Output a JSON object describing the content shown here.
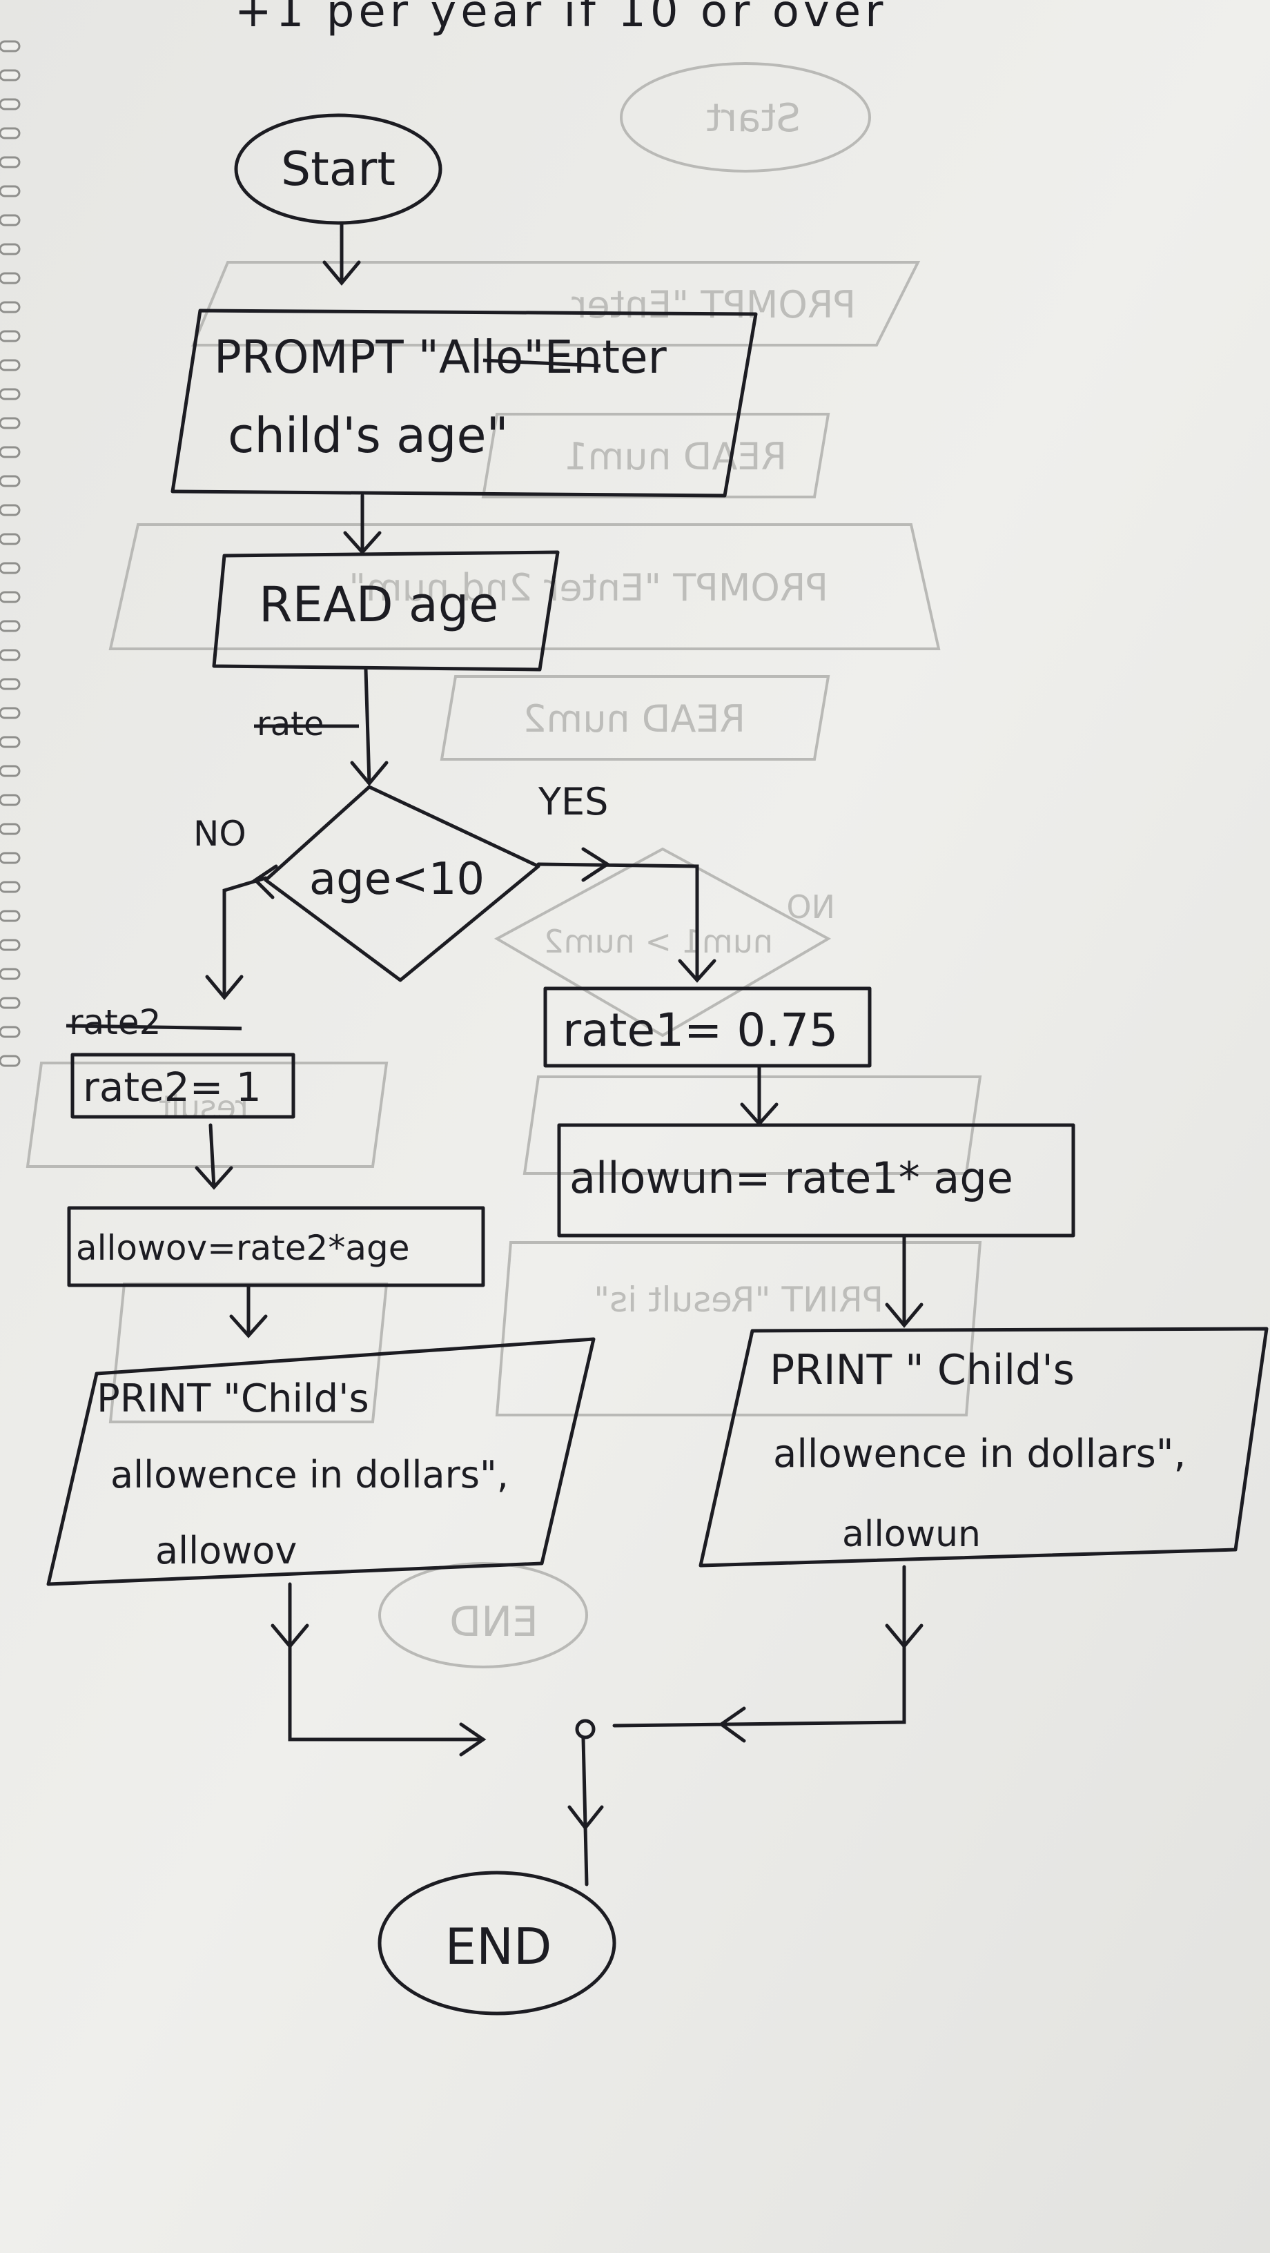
{
  "page_header": "+1 per year if 10 or over",
  "nodes": {
    "start": "Start",
    "prompt": {
      "prefix": "PROMPT \"",
      "struck": "Allo",
      "line1_rest": "\"Enter",
      "line2": "child's age\""
    },
    "read": "READ age",
    "decision": "age<10",
    "yes_label": "YES",
    "no_label": "NO",
    "struck_label_read_arrow": "rate",
    "struck_label_no_branch": "rate2",
    "rate1": "rate1= 0.75",
    "allowun": "allowun= rate1* age",
    "print_un": {
      "line1": "PRINT \" Child's",
      "line2": "allowence in dollars\",",
      "line3": "allowun"
    },
    "rate2": "rate2= 1",
    "allowov": "allowov=rate2*age",
    "print_ov": {
      "line1": "PRINT \"Child's",
      "line2": "allowence in dollars\",",
      "line3": "allowov"
    },
    "end": "END"
  },
  "ghost_text": {
    "start": "Start",
    "prompt": "PROMPT \"Enter",
    "read1": "READ num1",
    "prompt2": "PROMPT \"Enter 2nd num\"",
    "read2": "READ num2",
    "no": "NO",
    "cond": "num1 > num2",
    "result": "result",
    "print": "PRINT \"Result is\"",
    "end": "END"
  },
  "colors": {
    "ink": "#1c1c22",
    "paper": "#ecece9",
    "bleed": "#b9b9b6"
  }
}
